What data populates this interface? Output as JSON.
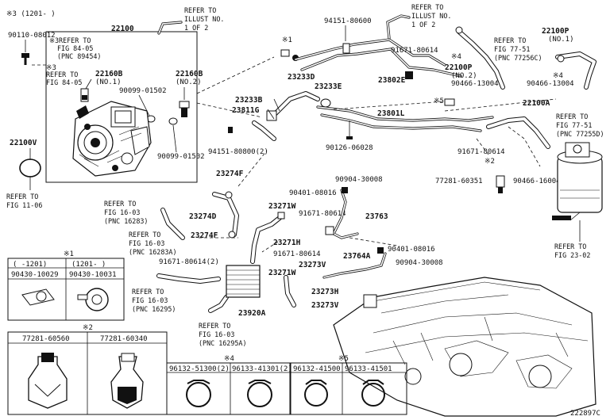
{
  "diagram_code": "222897C",
  "top_left_note": "※3 (1201-      )",
  "parts": {
    "p22100": "22100",
    "p22100V": "22100V",
    "p90110": "90110-08012",
    "p22160B_1": "22160B",
    "p22160B_1n": "(NO.1)",
    "p22160B_2": "22160B",
    "p22160B_2n": "(NO.2)",
    "p90099a": "90099-01502",
    "p90099b": "90099-01502",
    "p94151a": "94151-80600",
    "p94151b": "94151-80800(2)",
    "p23233D": "23233D",
    "p23233E": "23233E",
    "p23233B": "23233B",
    "p23811G": "23811G",
    "p23802E": "23802E",
    "p23801L": "23801L",
    "p91671a": "91671-80614",
    "p91671b": "91671-80614",
    "p91671c": "91671-80614",
    "p91671d": "91671-80614(2)",
    "p91671e": "91671-80614",
    "p90126": "90126-06028",
    "p22100P_1": "22100P",
    "p22100P_1n": "(NO.1)",
    "p22100P_2": "22100P",
    "p22100P_2n": "(NO.2)",
    "p90466a": "90466-13004",
    "p90466b": "90466-13004",
    "p90466c": "90466-16004",
    "p22100A": "22100A",
    "p77281": "77281-60351",
    "p23274F": "23274F",
    "p23274D": "23274D",
    "p23274F_2": "23274F",
    "p90401a": "90401-08016",
    "p90401b": "90401-08016",
    "p90904a": "90904-30008",
    "p90904b": "90904-30008",
    "p23271W": "23271W",
    "p23271W_2": "23271W",
    "p23271H": "23271H",
    "p23763": "23763",
    "p23764A": "23764A",
    "p23273V": "23273V",
    "p23273V_2": "23273V",
    "p23273H": "23273H",
    "p23920A": "23920A",
    "note1": "※1",
    "note2": "※2",
    "note4": "※4",
    "note5": "※5",
    "note3": "※3"
  },
  "refs": {
    "r_illust1": [
      "REFER TO",
      "ILLUST NO.",
      "1 OF 2"
    ],
    "r_illust2": [
      "REFER TO",
      "ILLUST NO.",
      "1 OF 2"
    ],
    "r_84_05a": [
      "※3REFER TO",
      "FIG 84-05",
      "(PNC 89454)"
    ],
    "r_84_05b": [
      "REFER TO",
      "FIG 84-05"
    ],
    "r_11_06": [
      "REFER TO",
      "FIG 11-06"
    ],
    "r_77_51a": [
      "REFER TO",
      "FIG 77-51",
      "(PNC 77256C)"
    ],
    "r_77_51b": [
      "REFER TO",
      "FIG 77-51",
      "(PNC 77255D)"
    ],
    "r_23_02": [
      "REFER TO",
      "FIG 23-02"
    ],
    "r_16_03a": [
      "REFER TO",
      "FIG 16-03",
      "(PNC 16283)"
    ],
    "r_16_03b": [
      "REFER TO",
      "FIG 16-03",
      "(PNC 16283A)"
    ],
    "r_16_03c": [
      "REFER TO",
      "FIG 16-03",
      "(PNC 16295)"
    ],
    "r_16_03d": [
      "REFER TO",
      "FIG 16-03",
      "(PNC 16295A)"
    ]
  },
  "table1": {
    "title": "※1",
    "col1_head": "(   -1201)",
    "col2_head": "(1201-   )",
    "col1_part": "90430-10029",
    "col2_part": "90430-10031"
  },
  "table2": {
    "title": "※2",
    "col1_part": "77281-60560",
    "col2_part": "77281-60340"
  },
  "table4": {
    "title": "※4",
    "col1_part": "96132-51300(2)",
    "col2_part": "96133-41301(2)"
  },
  "table5": {
    "title": "※5",
    "col1_part": "96132-41500",
    "col2_part": "96133-41501"
  }
}
